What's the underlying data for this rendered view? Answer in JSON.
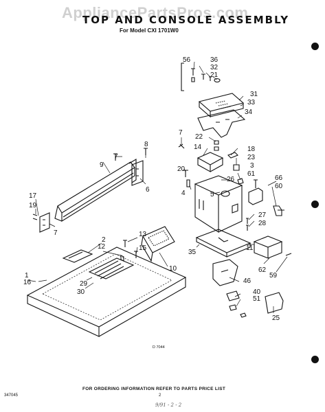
{
  "watermark": "AppliancePartsPros.com",
  "title": "TOP AND CONSOLE ASSEMBLY",
  "subtitle": "For Model CXI 1701W0",
  "footer_note": "FOR ORDERING INFORMATION REFER TO PARTS PRICE LIST",
  "doc_number": "347045",
  "page_number": "2",
  "handwritten_note": "9/91 - 2 - 2",
  "diagram_code": "D 7044",
  "callouts": [
    "56",
    "36",
    "32",
    "21",
    "31",
    "33",
    "34",
    "7",
    "22",
    "14",
    "18",
    "23",
    "3",
    "61",
    "20",
    "26",
    "4",
    "5",
    "66",
    "60",
    "8",
    "7",
    "9",
    "6",
    "17",
    "19",
    "7",
    "27",
    "28",
    "11",
    "62",
    "59",
    "2",
    "12",
    "13",
    "15",
    "10",
    "35",
    "1",
    "16",
    "29",
    "30",
    "46",
    "40",
    "51",
    "25"
  ]
}
